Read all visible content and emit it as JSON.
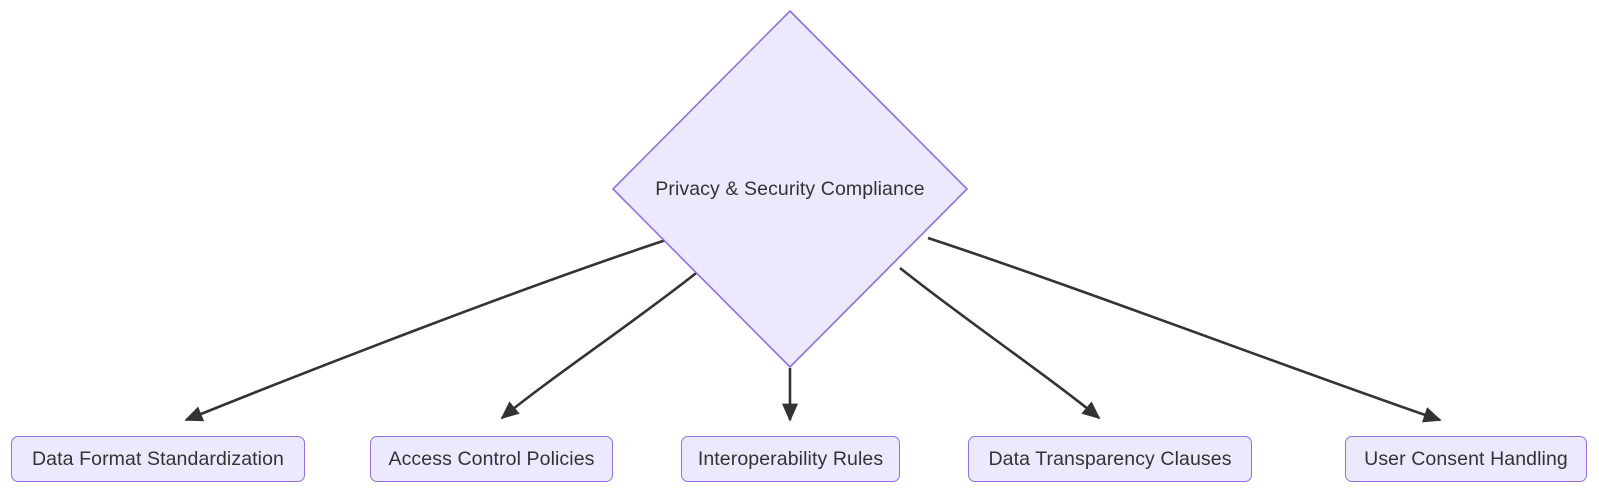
{
  "diagram": {
    "type": "flowchart",
    "direction": "top-down",
    "background_color": "#ffffff",
    "node_fill_color": "#ece8fd",
    "node_border_color": "#9370db",
    "node_text_color": "#333333",
    "edge_color": "#333333",
    "root": {
      "id": "privacy-security-compliance",
      "shape": "diamond",
      "label": "Privacy & Security Compliance"
    },
    "leaves": [
      {
        "id": "data-format-standardization",
        "shape": "rounded-rect",
        "label": "Data Format Standardization"
      },
      {
        "id": "access-control-policies",
        "shape": "rounded-rect",
        "label": "Access Control Policies"
      },
      {
        "id": "interoperability-rules",
        "shape": "rounded-rect",
        "label": "Interoperability Rules"
      },
      {
        "id": "data-transparency-clauses",
        "shape": "rounded-rect",
        "label": "Data Transparency Clauses"
      },
      {
        "id": "user-consent-handling",
        "shape": "rounded-rect",
        "label": "User Consent Handling"
      }
    ],
    "edges": [
      {
        "from": "privacy-security-compliance",
        "to": "data-format-standardization",
        "arrow": "triangle",
        "label": ""
      },
      {
        "from": "privacy-security-compliance",
        "to": "access-control-policies",
        "arrow": "triangle",
        "label": ""
      },
      {
        "from": "privacy-security-compliance",
        "to": "interoperability-rules",
        "arrow": "triangle",
        "label": ""
      },
      {
        "from": "privacy-security-compliance",
        "to": "data-transparency-clauses",
        "arrow": "triangle",
        "label": ""
      },
      {
        "from": "privacy-security-compliance",
        "to": "user-consent-handling",
        "arrow": "triangle",
        "label": ""
      }
    ]
  }
}
